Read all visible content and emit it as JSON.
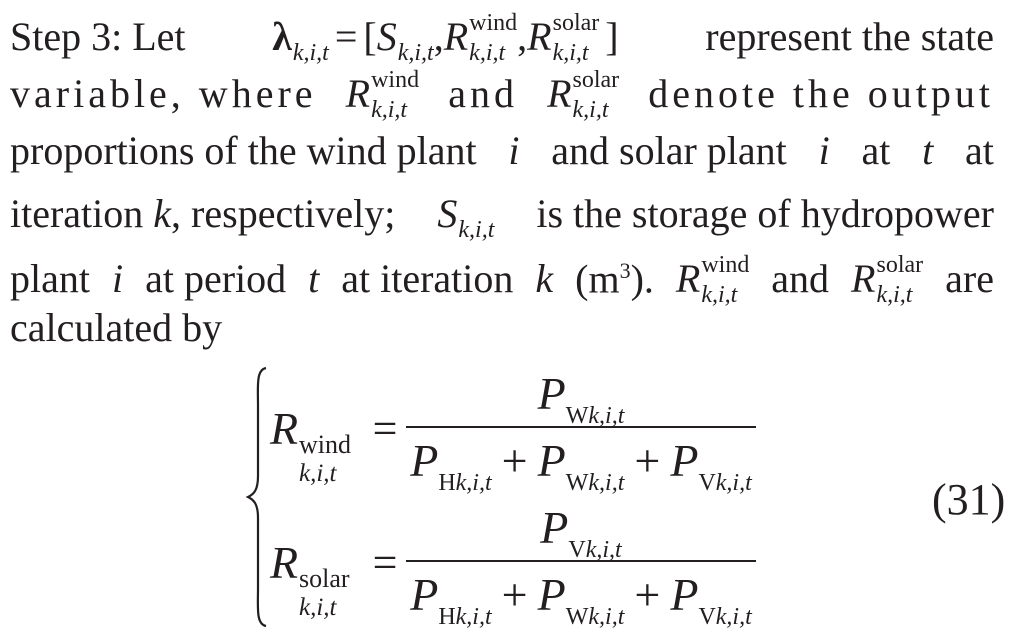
{
  "lines": [
    [
      "Step 3: Let",
      "represent the state"
    ],
    [
      "variable, where",
      "and",
      "denote the output"
    ],
    [
      "proportions of the wind plant",
      "and solar plant",
      "at",
      "at"
    ],
    [
      "iteration",
      ", respectively;",
      "is the storage of hydropower"
    ],
    [
      "plant",
      "at period",
      "at iteration",
      "(m",
      ").",
      "and",
      "are"
    ],
    [
      "calculated by"
    ]
  ],
  "symbols": {
    "lambda": "λ",
    "S": "S",
    "R": "R",
    "P": "P",
    "k": "k",
    "i": "i",
    "t": "t",
    "m_exp": "3",
    "sub": "k,i,t",
    "wind": "wind",
    "solar": "solar",
    "W": "W",
    "H": "H",
    "V": "V",
    "eq": "=",
    "plus": "+",
    "lbr": "[",
    "rbr": "]",
    "comma": ","
  },
  "equation": {
    "number": "(31)"
  }
}
